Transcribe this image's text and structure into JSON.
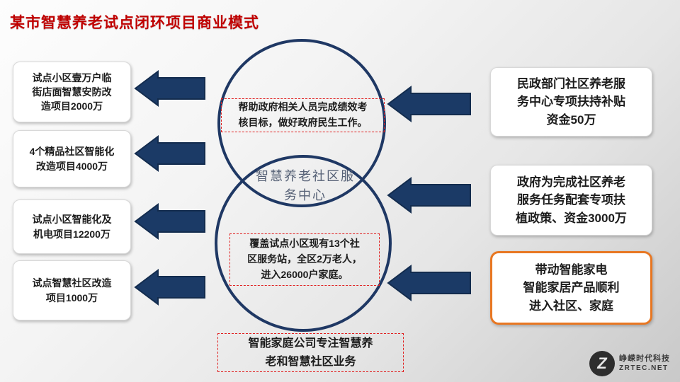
{
  "slide": {
    "title": "某市智慧养老试点闭环项目商业模式"
  },
  "colors": {
    "title_red": "#C00000",
    "circle_navy": "#1F3864",
    "arrow_fill": "#1B3A66",
    "arrow_stroke": "#132C4E",
    "dashed_red": "#E02020",
    "orange_border": "#E87722"
  },
  "left_boxes": [
    {
      "lines": [
        "试点小区壹万户临",
        "街店面智慧安防改",
        "造项目2000万"
      ]
    },
    {
      "lines": [
        "4个精品社区智能化",
        "改造项目4000万"
      ]
    },
    {
      "lines": [
        "试点小区智能化及",
        "机电项目12200万"
      ]
    },
    {
      "lines": [
        "试点智慧社区改造",
        "项目1000万"
      ]
    }
  ],
  "right_boxes": [
    {
      "lines": [
        "民政部门社区养老服",
        "务中心专项扶持补贴",
        "资金50万"
      ]
    },
    {
      "lines": [
        "政府为完成社区养老",
        "服务任务配套专项扶",
        "植政策、资金3000万"
      ]
    },
    {
      "lines": [
        "带动智能家电",
        "智能家居产品顺利",
        "进入社区、家庭"
      ]
    }
  ],
  "venn": {
    "center_label_lines": [
      "智慧养老社区服",
      "务中心"
    ],
    "top_note_lines": [
      "帮助政府相关人员完成绩效考",
      "核目标，做好政府民生工作。"
    ],
    "bottom_note_lines": [
      "覆盖试点小区现有13个社",
      "区服务站，全区2万老人，",
      "进入26000户家庭。"
    ]
  },
  "footer_note_lines": [
    "智能家庭公司专注智慧养",
    "老和智慧社区业务"
  ],
  "logo": {
    "mark": "Z",
    "company_cn": "峥嵘时代科技",
    "domain": "ZRTEC.NET"
  }
}
